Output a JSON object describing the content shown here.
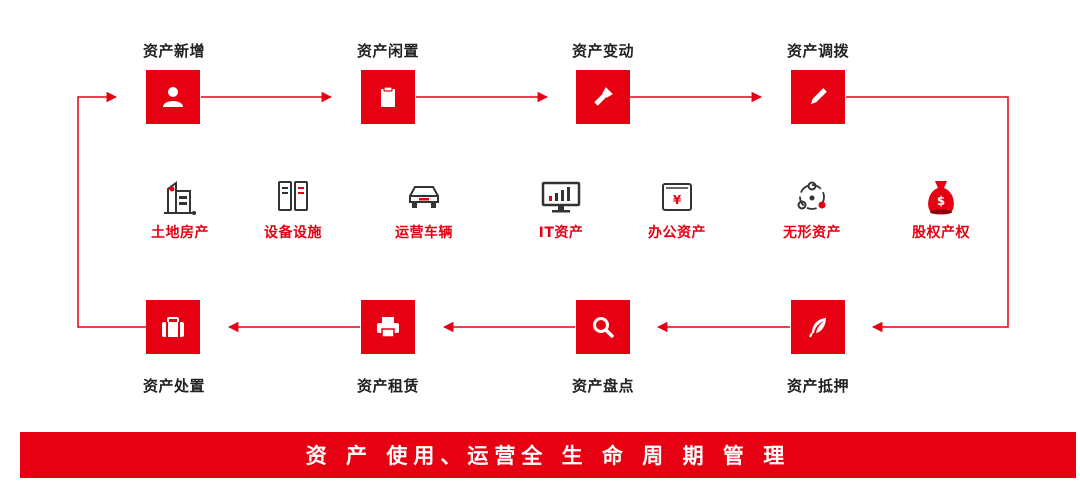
{
  "colors": {
    "accent": "#e60012",
    "text": "#222222",
    "banner_text": "#ffffff"
  },
  "stages": {
    "add": {
      "label": "资产新增",
      "icon": "user-icon"
    },
    "idle": {
      "label": "资产闲置",
      "icon": "clipboard-icon"
    },
    "change": {
      "label": "资产变动",
      "icon": "flashlight-icon"
    },
    "transfer": {
      "label": "资产调拨",
      "icon": "pencil-icon"
    },
    "pledge": {
      "label": "资产抵押",
      "icon": "feather-icon"
    },
    "inventory": {
      "label": "资产盘点",
      "icon": "search-icon"
    },
    "lease": {
      "label": "资产租赁",
      "icon": "printer-icon"
    },
    "disposal": {
      "label": "资产处置",
      "icon": "briefcase-icon"
    }
  },
  "categories": [
    {
      "label": "土地房产",
      "icon": "building-icon"
    },
    {
      "label": "设备设施",
      "icon": "server-icon"
    },
    {
      "label": "运营车辆",
      "icon": "car-icon"
    },
    {
      "label": "IT资产",
      "icon": "monitor-chart-icon"
    },
    {
      "label": "办公资产",
      "icon": "wallet-yuan-icon"
    },
    {
      "label": "无形资产",
      "icon": "network-cycle-icon"
    },
    {
      "label": "股权产权",
      "icon": "money-bag-icon"
    }
  ],
  "banner": {
    "text": "资 产 使用、运营全 生 命 周 期 管 理"
  }
}
